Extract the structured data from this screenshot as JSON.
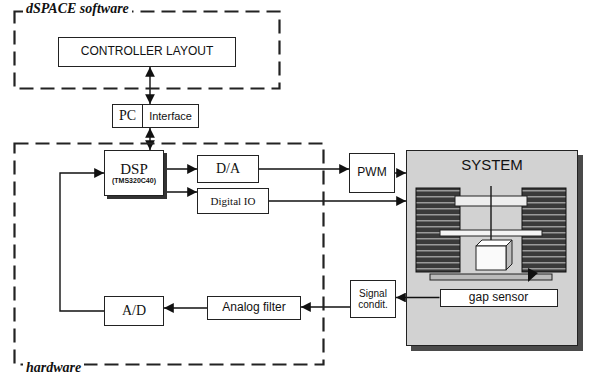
{
  "diagram": {
    "nodes": [
      {
        "text": [
          "dSPACE software"
        ]
      },
      {
        "text": [
          "CONTROLLER LAYOUT"
        ],
        "in": 0
      },
      {
        "text": [
          "PC",
          "Interface"
        ]
      },
      {
        "text": [
          "hardware"
        ]
      },
      {
        "text": [
          "DSP",
          "(TMS320C40)"
        ],
        "in": 3
      },
      {
        "text": [
          "D/A"
        ],
        "in": 3
      },
      {
        "text": [
          "Digital IO"
        ],
        "in": 3
      },
      {
        "text": [
          "PWM"
        ]
      },
      {
        "text": [
          "SYSTEM"
        ]
      },
      {
        "text": [
          "gap sensor"
        ],
        "in": 8
      },
      {
        "text": [
          "Signal condit."
        ]
      },
      {
        "text": [
          "Analog filter"
        ],
        "in": 3
      },
      {
        "text": [
          "A/D"
        ],
        "in": 3
      }
    ],
    "edges": [
      {
        "from": 1,
        "to": 2,
        "arrow": "both"
      },
      {
        "from": 2,
        "to": 4,
        "arrow": "both"
      },
      {
        "from": 4,
        "to": 5,
        "arrow": "to"
      },
      {
        "from": 4,
        "to": 6,
        "arrow": "to"
      },
      {
        "from": 5,
        "to": 7,
        "arrow": "to"
      },
      {
        "from": 7,
        "to": 8,
        "arrow": "to"
      },
      {
        "from": 6,
        "to": 8,
        "arrow": "to"
      },
      {
        "from": 9,
        "to": 10,
        "arrow": "to"
      },
      {
        "from": 10,
        "to": 11,
        "arrow": "to"
      },
      {
        "from": 11,
        "to": 12,
        "arrow": "to"
      },
      {
        "from": 12,
        "to": 4,
        "arrow": "to"
      }
    ]
  }
}
